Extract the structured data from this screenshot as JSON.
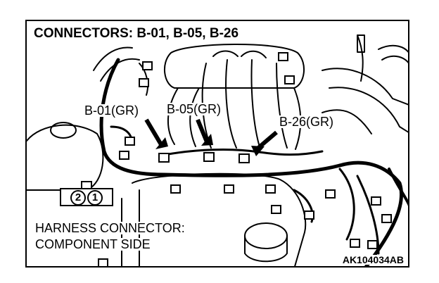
{
  "diagram": {
    "title": "CONNECTORS: B-01, B-05, B-26",
    "callouts": [
      "B-01(GR)",
      "B-05(GR)",
      "B-26(GR)"
    ],
    "note_line1": "HARNESS CONNECTOR:",
    "note_line2": "COMPONENT SIDE",
    "pins": [
      "2",
      "1"
    ],
    "figure_code": "AK104034AB"
  }
}
